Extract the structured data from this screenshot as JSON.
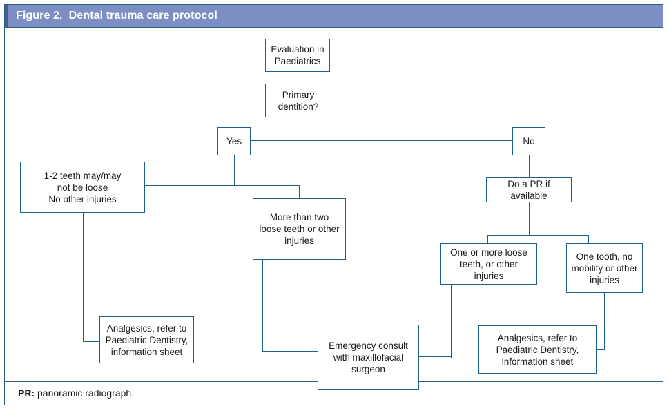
{
  "figure": {
    "title": "Figure 2.  Dental trauma care protocol",
    "footnote_abbrev": "PR:",
    "footnote_text": " panoramic radiograph.",
    "colors": {
      "title_bar": "#7b8fc4",
      "title_accent": "#4a5f96",
      "frame_border": "#2e5f7e",
      "node_border": "#1f5f8b",
      "text": "#1a1a1a",
      "title_text": "#ffffff"
    }
  },
  "chart_data": {
    "type": "flowchart",
    "title": "Dental trauma care protocol",
    "nodes": [
      {
        "id": "evaluation",
        "label": "Evaluation in\nPaediatrics"
      },
      {
        "id": "primary-dentition",
        "label": "Primary\ndentition?"
      },
      {
        "id": "yes",
        "label": "Yes"
      },
      {
        "id": "no",
        "label": "No"
      },
      {
        "id": "one-two-teeth",
        "label": "1-2 teeth may/may\nnot be loose\nNo other injuries"
      },
      {
        "id": "more-than-two",
        "label": "More than two\nloose teeth or other\ninjuries"
      },
      {
        "id": "do-pr",
        "label": "Do a PR if\navailable"
      },
      {
        "id": "one-or-more-loose",
        "label": "One or more loose\nteeth, or other\ninjuries"
      },
      {
        "id": "one-tooth-no-mob",
        "label": "One tooth, no\nmobility or other\ninjuries"
      },
      {
        "id": "analgesics-left",
        "label": "Analgesics, refer to\nPaediatric Dentistry,\ninformation sheet"
      },
      {
        "id": "emergency-consult",
        "label": "Emergency consult\nwith maxillofacial\nsurgeon"
      },
      {
        "id": "analgesics-right",
        "label": "Analgesics, refer to\nPaediatric Dentistry,\ninformation sheet"
      }
    ],
    "edges": [
      {
        "from": "evaluation",
        "to": "primary-dentition"
      },
      {
        "from": "primary-dentition",
        "to": "yes"
      },
      {
        "from": "primary-dentition",
        "to": "no"
      },
      {
        "from": "yes",
        "to": "one-two-teeth"
      },
      {
        "from": "yes",
        "to": "more-than-two"
      },
      {
        "from": "no",
        "to": "do-pr"
      },
      {
        "from": "do-pr",
        "to": "one-or-more-loose"
      },
      {
        "from": "do-pr",
        "to": "one-tooth-no-mob"
      },
      {
        "from": "one-two-teeth",
        "to": "analgesics-left"
      },
      {
        "from": "more-than-two",
        "to": "emergency-consult"
      },
      {
        "from": "one-or-more-loose",
        "to": "emergency-consult"
      },
      {
        "from": "one-tooth-no-mob",
        "to": "analgesics-right"
      }
    ]
  },
  "nodes": {
    "evaluation": {
      "line1": "Evaluation in",
      "line2": "Paediatrics",
      "line3": ""
    },
    "primary_dentition": {
      "line1": "Primary",
      "line2": "dentition?",
      "line3": ""
    },
    "yes": {
      "line1": "Yes",
      "line2": "",
      "line3": ""
    },
    "no": {
      "line1": "No",
      "line2": "",
      "line3": ""
    },
    "one_two_teeth": {
      "line1": "1-2 teeth may/may",
      "line2": "not be loose",
      "line3": "No other injuries"
    },
    "more_than_two": {
      "line1": "More than two",
      "line2": "loose teeth or other",
      "line3": "injuries"
    },
    "do_pr": {
      "line1": "Do a PR if",
      "line2": "available",
      "line3": ""
    },
    "one_or_more_loose": {
      "line1": "One or more loose",
      "line2": "teeth, or other",
      "line3": "injuries"
    },
    "one_tooth_no_mob": {
      "line1": "One tooth, no",
      "line2": "mobility or other",
      "line3": "injuries"
    },
    "analgesics_left": {
      "line1": "Analgesics, refer to",
      "line2": "Paediatric Dentistry,",
      "line3": "information sheet"
    },
    "emergency_consult": {
      "line1": "Emergency consult",
      "line2": "with maxillofacial",
      "line3": "surgeon"
    },
    "analgesics_right": {
      "line1": "Analgesics, refer to",
      "line2": "Paediatric Dentistry,",
      "line3": "information sheet"
    }
  }
}
